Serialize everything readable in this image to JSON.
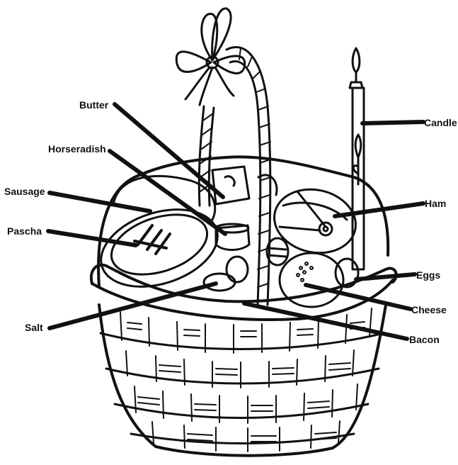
{
  "labels": {
    "butter": "Butter",
    "horseradish": "Horseradish",
    "sausage": "Sausage",
    "pascha": "Pascha",
    "salt": "Salt",
    "candle": "Candle",
    "ham": "Ham",
    "eggs": "Eggs",
    "cheese": "Cheese",
    "bacon": "Bacon"
  },
  "icons": [
    "easter-basket-illustration",
    "bow-icon",
    "candle-icon"
  ],
  "colors": {
    "ink": "#111111",
    "background": "#ffffff"
  }
}
